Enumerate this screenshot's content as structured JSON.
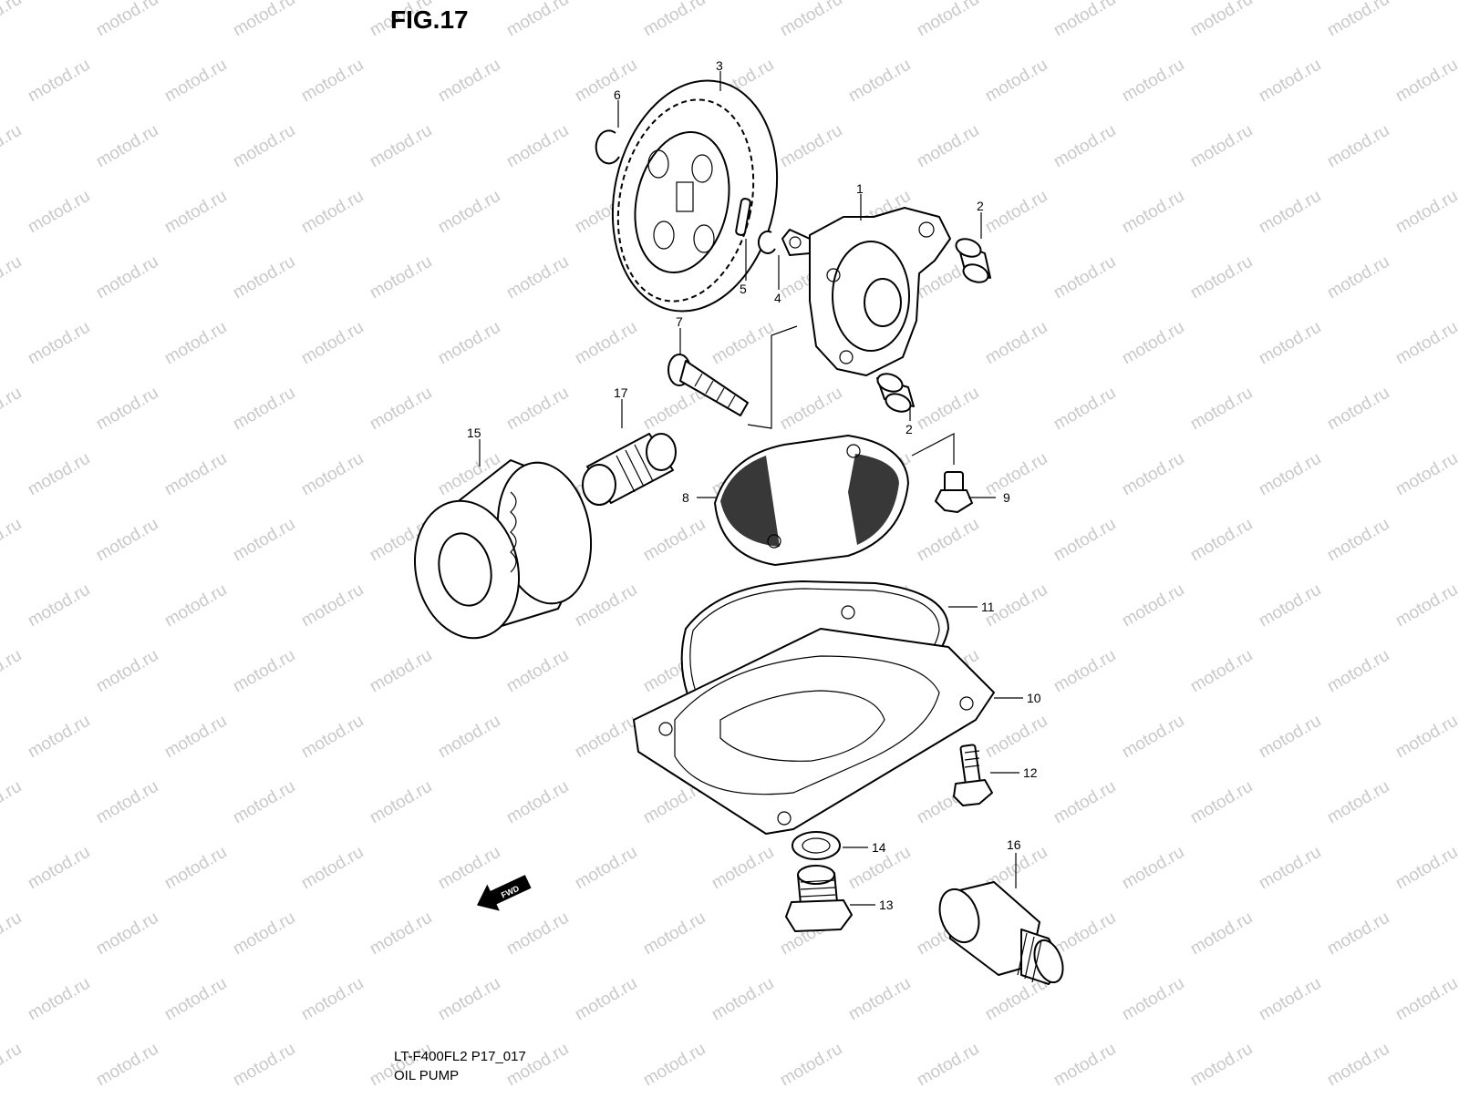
{
  "figure": {
    "title": "FIG.17",
    "code": "LT-F400FL2 P17_017",
    "name": "OIL PUMP"
  },
  "watermark": "motod.ru",
  "callouts": [
    "1",
    "2",
    "2",
    "3",
    "4",
    "5",
    "6",
    "7",
    "8",
    "9",
    "10",
    "11",
    "12",
    "13",
    "14",
    "15",
    "16",
    "17"
  ],
  "direction_marker": "FWD",
  "colors": {
    "ink": "#000000",
    "watermark": "#c9c9c9",
    "background": "#ffffff"
  }
}
